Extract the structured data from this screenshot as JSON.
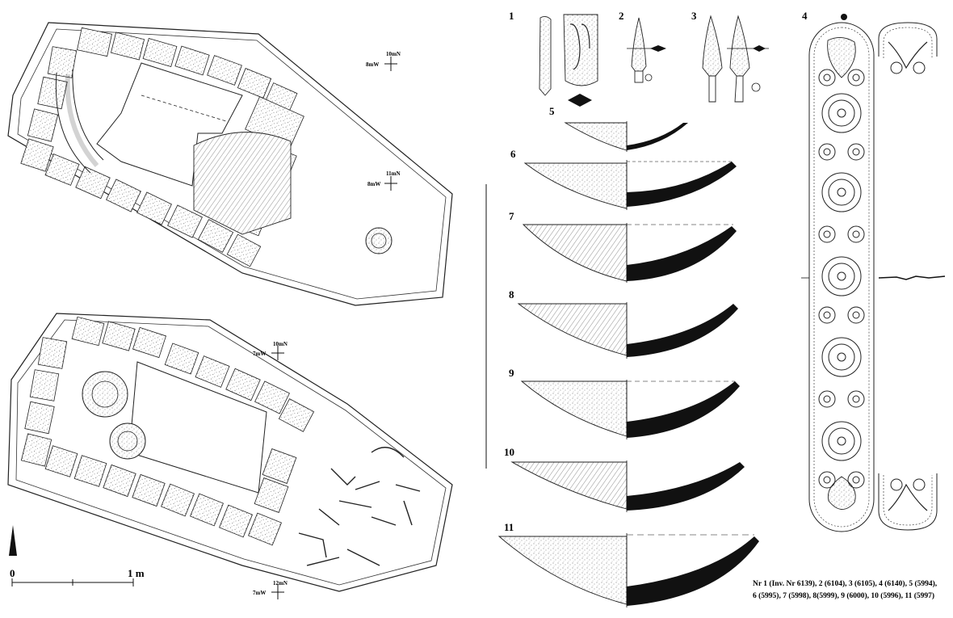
{
  "figure_numbers": [
    "1",
    "2",
    "3",
    "4",
    "5",
    "6",
    "7",
    "8",
    "9",
    "10",
    "11"
  ],
  "grid_markers": {
    "top_a": {
      "n": "10mN",
      "w": "8mW"
    },
    "top_b": {
      "n": "11mN",
      "w": "8mW"
    },
    "bottom_a": {
      "n": "10mN",
      "w": "7mW"
    },
    "bottom_b": {
      "n": "12mN",
      "w": "7mW"
    }
  },
  "scale": {
    "start": "0",
    "end": "1 m"
  },
  "caption": {
    "line1": "Nr 1 (Inv. Nr 6139), 2 (6104), 3 (6105), 4 (6140), 5 (5994),",
    "line2": "6 (5995), 7 (5998), 8(5999), 9 (6000), 10 (5996), 11 (5997)"
  }
}
